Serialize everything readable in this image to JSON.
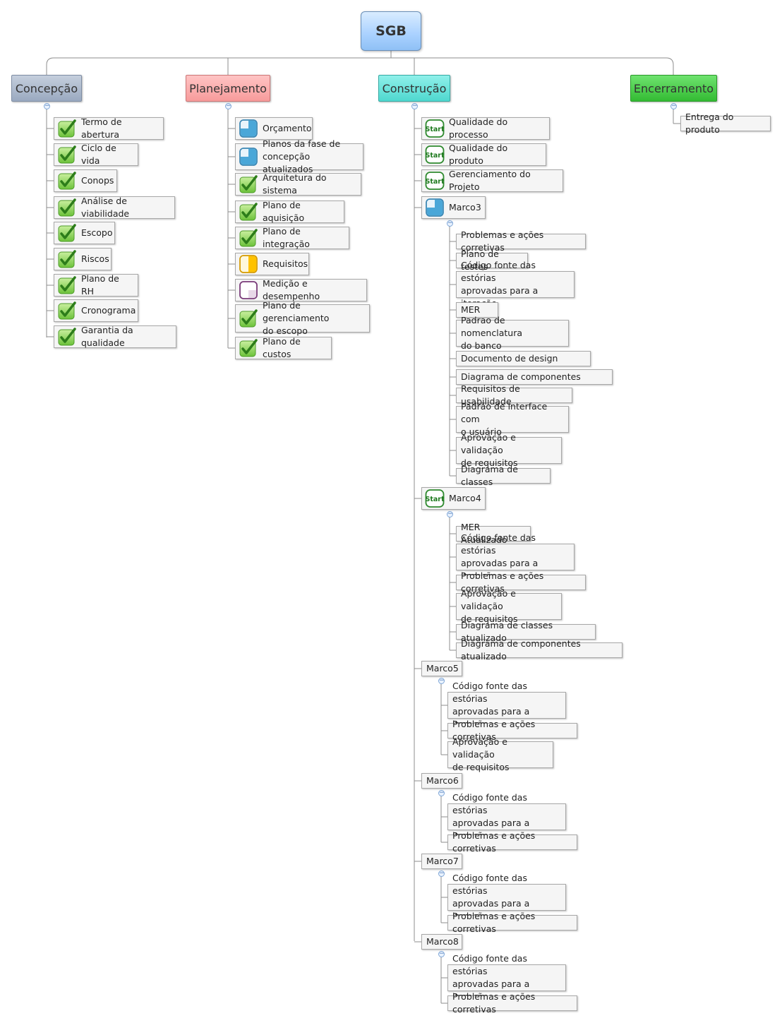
{
  "root": "SGB",
  "branches": {
    "concepcao": {
      "label": "Concepção",
      "items": [
        "Termo de abertura",
        "Ciclo de vida",
        "Conops",
        "Análise de viabilidade",
        "Escopo",
        "Riscos",
        "Plano de RH",
        "Cronograma",
        "Garantia da qualidade"
      ]
    },
    "planejamento": {
      "label": "Planejamento",
      "items": [
        {
          "label": "Orçamento",
          "icon": "progress-quarter-blue-icon"
        },
        {
          "label": "Planos da fase de\nconcepção  atualizados",
          "icon": "progress-quarter-blue-icon"
        },
        {
          "label": "Arquitetura do sistema",
          "icon": "check-icon"
        },
        {
          "label": "Plano de aquisição",
          "icon": "check-icon"
        },
        {
          "label": "Plano de integração",
          "icon": "check-icon"
        },
        {
          "label": "Requisitos",
          "icon": "progress-half-yellow-icon"
        },
        {
          "label": "Medição e desempenho",
          "icon": "progress-quarter-purple-icon"
        },
        {
          "label": "Plano de gerenciamento\ndo escopo",
          "icon": "check-icon"
        },
        {
          "label": "Plano de custos",
          "icon": "check-icon"
        }
      ]
    },
    "construcao": {
      "label": "Construção",
      "start_label": "Start",
      "items": [
        "Qualidade do processo",
        "Qualidade do produto",
        "Gerenciamento do Projeto"
      ],
      "marcos": [
        {
          "label": "Marco3",
          "children": [
            "Problemas e ações corretivas",
            "Plano de testes",
            "Código fonte das estórias\naprovadas para a iteração",
            "MER",
            "Padrao de nomenclatura\ndo banco",
            "Documento de design",
            "Diagrama de componentes",
            "Requisitos de usabilidade",
            "Padrão de interface com\no usuário",
            "Aprovação e validação\nde requisitos",
            "Diagrama de classes"
          ]
        },
        {
          "label": "Marco4",
          "children": [
            "MER Atualizado",
            "Código fonte das estórias\naprovadas para a iteração",
            "Problemas e ações corretivas",
            "Aprovação e validação\nde requisitos",
            "Diagrama de classes atualizado",
            "Diagrama de componentes atualizado"
          ]
        },
        {
          "label": "Marco5",
          "children": [
            "Código fonte das estórias\naprovadas para a iteração",
            "Problemas e ações corretivas",
            "Aprovação e validação\nde requisitos"
          ]
        },
        {
          "label": "Marco6",
          "children": [
            "Código fonte das estórias\naprovadas para a iteração",
            "Problemas e ações corretivas"
          ]
        },
        {
          "label": "Marco7",
          "children": [
            "Código fonte das estórias\naprovadas para a iteração",
            "Problemas e ações corretivas"
          ]
        },
        {
          "label": "Marco8",
          "children": [
            "Código fonte das estórias\naprovadas para a iteração",
            "Problemas e ações corretivas"
          ]
        }
      ]
    },
    "encerramento": {
      "label": "Encerramento",
      "items": [
        "Entrega do produto"
      ]
    }
  }
}
